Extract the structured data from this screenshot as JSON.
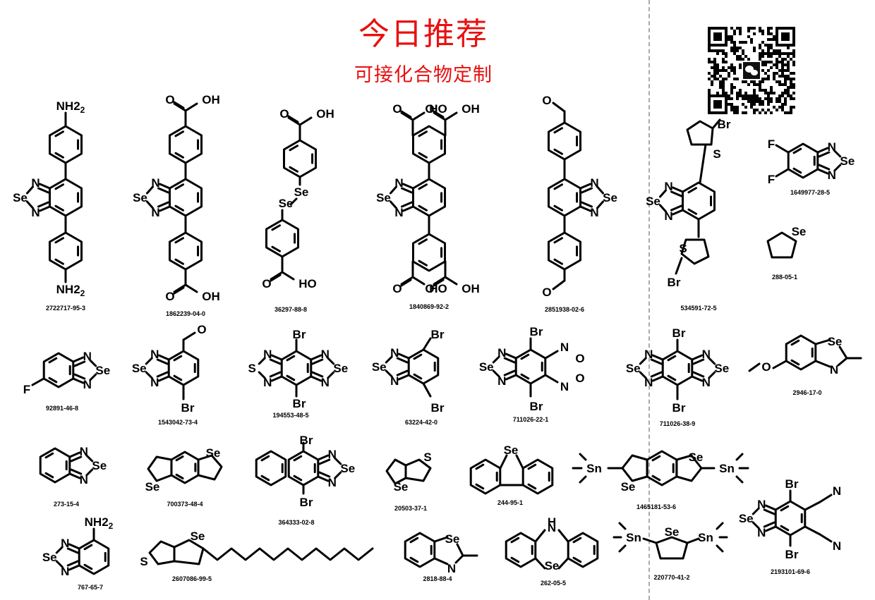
{
  "header": {
    "title": "今日推荐",
    "subtitle": "可接化合物定制"
  },
  "colors": {
    "title": "#e8100f",
    "divider": "#aaaaaa",
    "ink": "#000000"
  },
  "qr": {
    "icon": "wechat-icon"
  },
  "compounds": [
    {
      "cas": "2722717-95-3"
    },
    {
      "cas": "1862239-04-0"
    },
    {
      "cas": "36297-88-8"
    },
    {
      "cas": "1840869-92-2"
    },
    {
      "cas": "2851938-02-6"
    },
    {
      "cas": "534591-72-5"
    },
    {
      "cas": "1649977-28-5"
    },
    {
      "cas": "288-05-1"
    },
    {
      "cas": "92891-46-8"
    },
    {
      "cas": "1543042-73-4"
    },
    {
      "cas": "194553-48-5"
    },
    {
      "cas": "63224-42-0"
    },
    {
      "cas": "711026-22-1"
    },
    {
      "cas": "711026-38-9"
    },
    {
      "cas": "2946-17-0"
    },
    {
      "cas": "273-15-4"
    },
    {
      "cas": "700373-48-4"
    },
    {
      "cas": "364333-02-8"
    },
    {
      "cas": "20503-37-1"
    },
    {
      "cas": "244-95-1"
    },
    {
      "cas": "1465181-53-6"
    },
    {
      "cas": "2193101-69-6"
    },
    {
      "cas": "767-65-7"
    },
    {
      "cas": "2607086-99-5"
    },
    {
      "cas": "2818-88-4"
    },
    {
      "cas": "262-05-5"
    },
    {
      "cas": "220770-41-2"
    }
  ],
  "atoms": {
    "se": "Se",
    "s": "S",
    "n": "N",
    "br": "Br",
    "f": "F",
    "o": "O",
    "oh": "OH",
    "ho": "HO",
    "nh2": "NH2",
    "h": "H",
    "sn": "Sn",
    "no2": "N"
  }
}
